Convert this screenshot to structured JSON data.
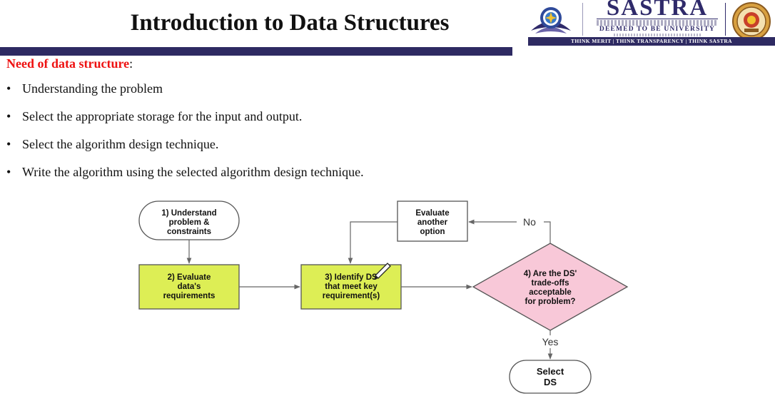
{
  "slide": {
    "title": "Introduction to Data Structures"
  },
  "logo": {
    "wordmark": "SASTRA",
    "subtitle": "DEEMED TO BE UNIVERSITY",
    "tagline": "THINK MERIT | THINK TRANSPARENCY | THINK SASTRA"
  },
  "content": {
    "heading": "Need of data structure",
    "heading_colon": ":",
    "bullet_glyph": "•",
    "bullets": [
      "Understanding the problem",
      "Select the appropriate storage for the input and output.",
      "Select the algorithm design technique.",
      "Write the algorithm using the selected algorithm design technique."
    ]
  },
  "flowchart": {
    "nodes": {
      "understand": [
        "1) Understand",
        "problem &",
        "constraints"
      ],
      "evaluate_req": [
        "2) Evaluate",
        "data's",
        "requirements"
      ],
      "identify": [
        "3) Identify DS",
        "that meet key",
        "requirement(s)"
      ],
      "evaluate_other": [
        "Evaluate",
        "another",
        "option"
      ],
      "decision": [
        "4) Are the DS'",
        "trade-offs",
        "acceptable",
        "for problem?"
      ],
      "select": [
        "Select",
        "DS"
      ]
    },
    "edges": {
      "no": "No",
      "yes": "Yes"
    },
    "colors": {
      "process_fill": "#ddee55",
      "decision_fill": "#f8c8d8",
      "terminal_fill": "#ffffff",
      "stroke": "#555555",
      "edge": "#666666"
    }
  }
}
